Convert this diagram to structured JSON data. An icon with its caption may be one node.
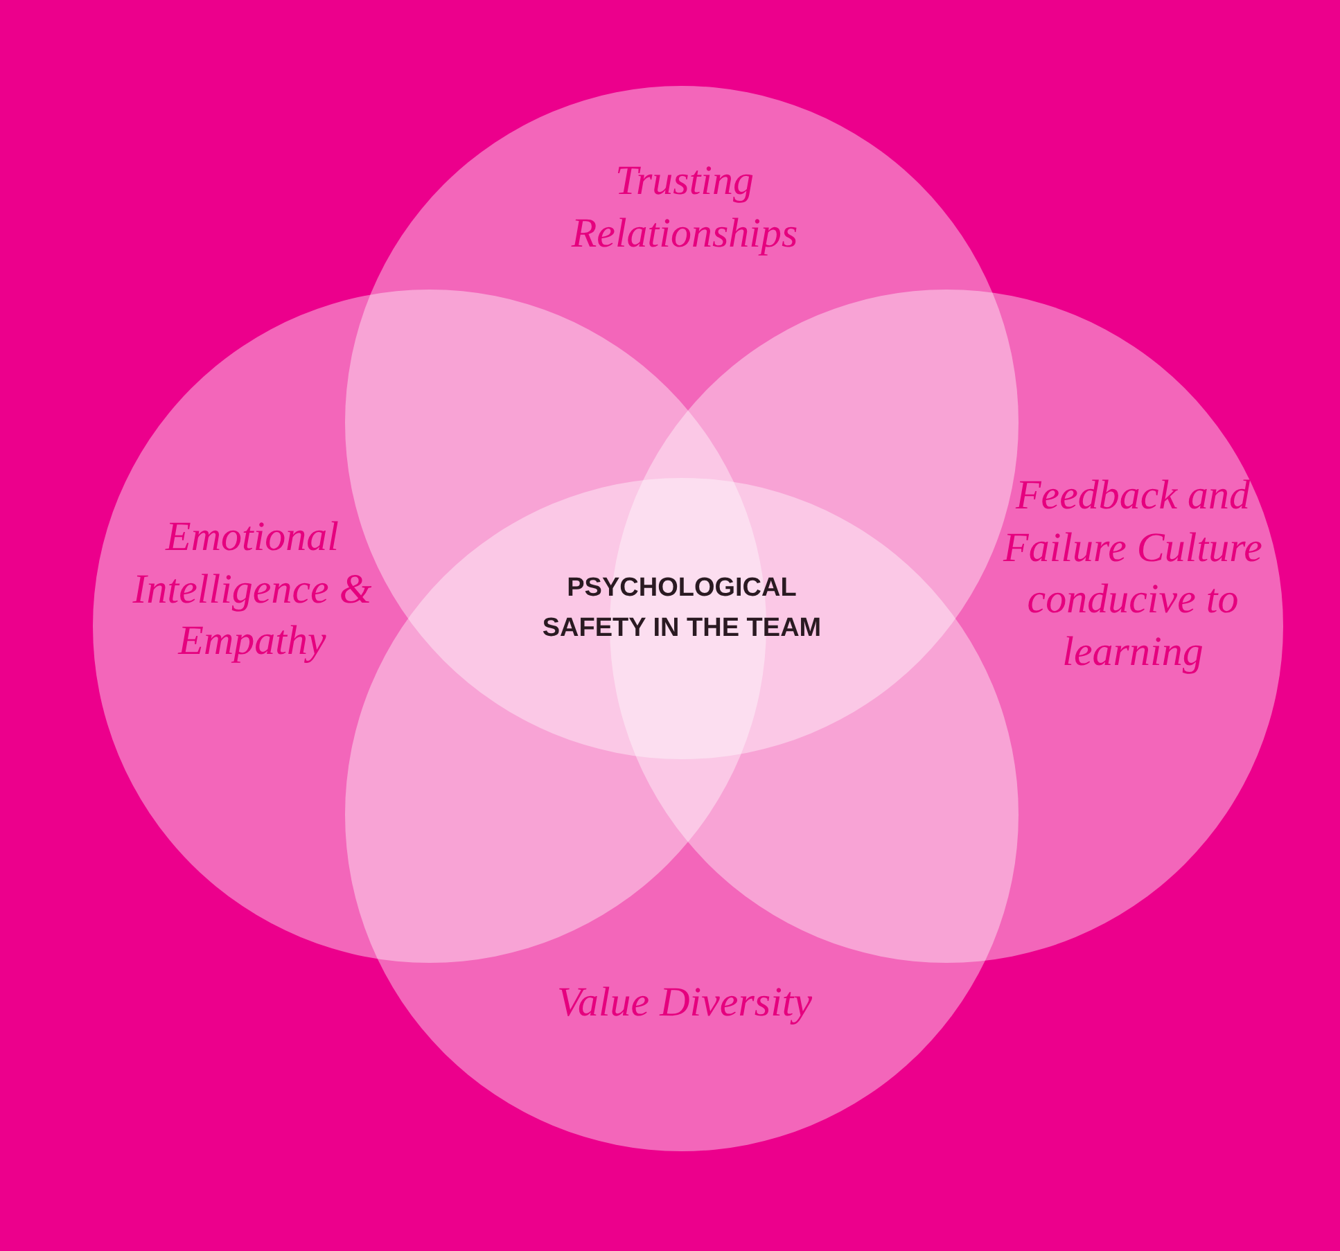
{
  "diagram": {
    "nodes": [
      {
        "text": [
          "Trusting Relationships"
        ]
      },
      {
        "text": [
          "Emotional Intelligence & Empathy"
        ]
      },
      {
        "text": [
          "Feedback and Failure Culture conducive to learning"
        ]
      },
      {
        "text": [
          "Value Diversity"
        ]
      }
    ],
    "labels": [
      "PSYCHOLOGICAL SAFETY IN THE TEAM"
    ]
  }
}
